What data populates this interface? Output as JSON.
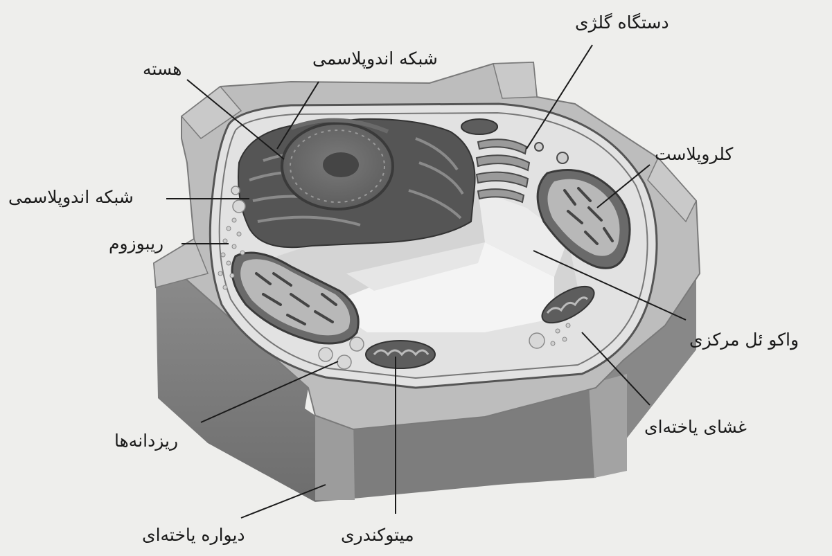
{
  "labels": {
    "nucleus": "هسته",
    "er_top": "شبکه اندوپلاسمی",
    "golgi": "دستگاه گلژی",
    "chloroplast": "کلروپلاست",
    "er_left": "شبکه اندوپلاسمی",
    "ribosome": "ریبوزوم",
    "central_vacuole": "واکو ئل مرکزی",
    "cell_membrane": "غشای یاخته‌ای",
    "granules": "ریزدانه‌ها",
    "cell_wall": "دیواره یاخته‌ای",
    "mitochondria": "میتوکندری"
  }
}
